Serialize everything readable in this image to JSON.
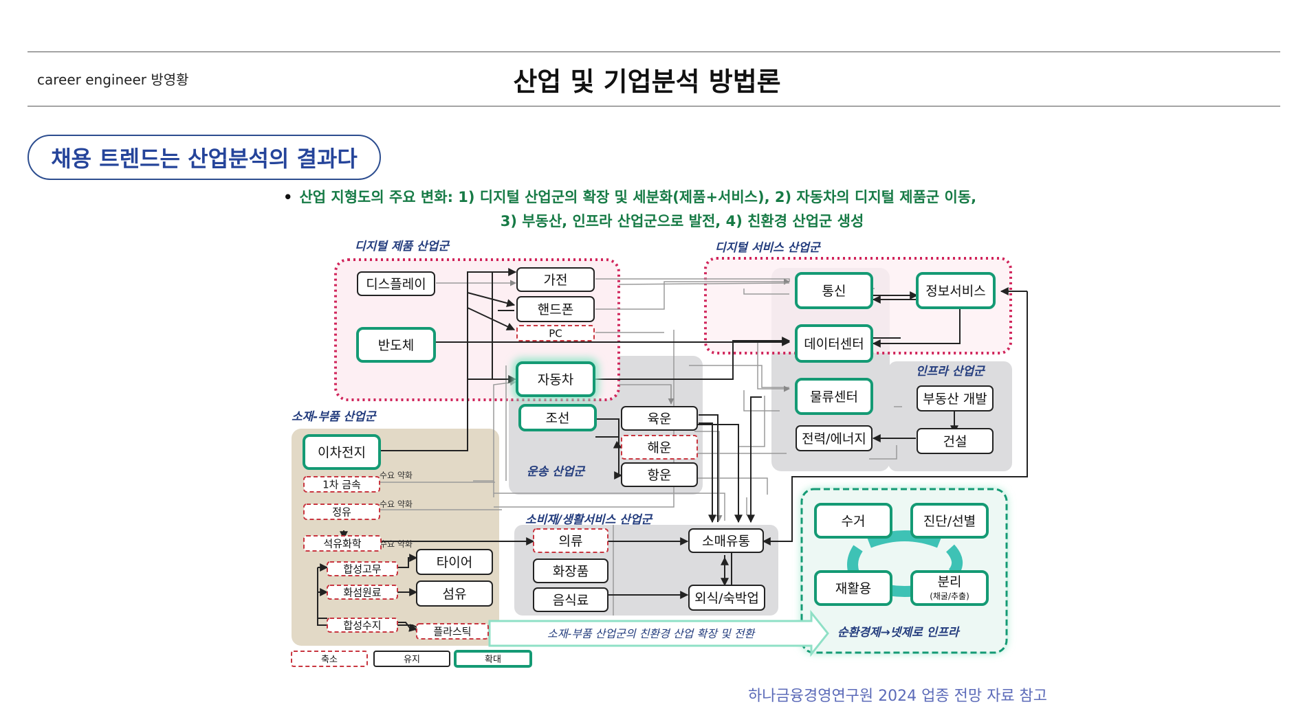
{
  "header": {
    "brand": "career engineer 방영황",
    "title": "산업 및 기업분석 방법론"
  },
  "section": {
    "heading": "채용 트렌드는 산업분석의 결과다",
    "bullet_line1": "산업 지형도의 주요 변화: 1) 디지털 산업군의 확장 및 세분화(제품+서비스), 2) 자동차의 디지털 제품군 이동,",
    "bullet_line2": "3) 부동산, 인프라 산업군으로 발전, 4) 친환경 산업군 생성"
  },
  "groups": {
    "digital_product": "디지털 제품 산업군",
    "digital_service": "디지털 서비스 산업군",
    "material_parts": "소재-부품 산업군",
    "transport": "운송 산업군",
    "infra": "인프라 산업군",
    "consumer": "소비재/생활서비스 산업군",
    "circular": "순환경제→넷제로 인프라"
  },
  "nodes": {
    "display": "디스플레이",
    "semiconductor": "반도체",
    "appliance": "가전",
    "phone": "핸드폰",
    "pc": "PC",
    "car": "자동차",
    "telecom": "통신",
    "info_service": "정보서비스",
    "datacenter": "데이터센터",
    "logistics": "물류센터",
    "realestate": "부동산 개발",
    "power": "전력/에너지",
    "construction": "건설",
    "shipbuilding": "조선",
    "land_transport": "육운",
    "sea_transport": "해운",
    "air_transport": "항운",
    "battery": "이차전지",
    "primary_metal": "1차 금속",
    "refining": "정유",
    "petrochem": "석유화학",
    "synthetic_rubber": "합성고무",
    "synthetic_material": "화섬원료",
    "synthetic_resin": "합성수지",
    "tire": "타이어",
    "fiber": "섬유",
    "plastic": "플라스틱",
    "clothing": "의류",
    "cosmetics": "화장품",
    "food": "음식료",
    "retail": "소매유통",
    "hospitality": "외식/숙박업",
    "collect": "수거",
    "diagnose": "진단/선별",
    "recycle": "재활용",
    "separate": "분리",
    "separate_sub": "(채굴/추출)"
  },
  "annotations": {
    "weak_demand": "수요 약화",
    "eco_transition": "소재-부품 산업군의 친환경 산업 확장 및 전환"
  },
  "legend": {
    "shrink": "축소",
    "maintain": "유지",
    "expand": "확대"
  },
  "source": "하나금융경영연구원 2024 업종 전망 자료 참고",
  "colors": {
    "expand_border": "#149a74",
    "shrink_border": "#c8353f",
    "digital_zone": "#fdeff3",
    "material_zone": "#e2d9c6",
    "gray_zone": "#dcdcde",
    "circular_zone": "#edf8f4",
    "group_label": "#233c7d",
    "bullet_text": "#167a45"
  }
}
